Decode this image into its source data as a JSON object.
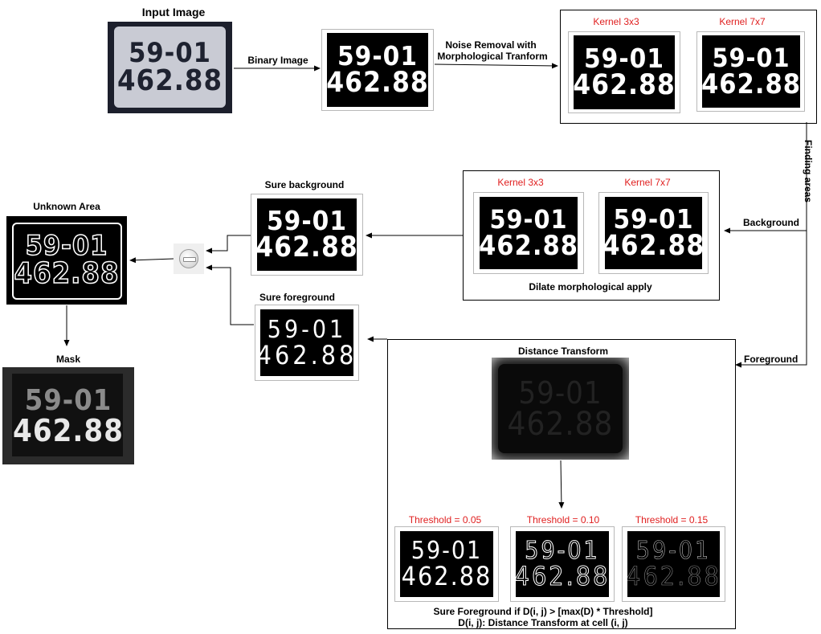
{
  "labels": {
    "input_image": "Input Image",
    "binary_image": "Binary Image",
    "noise_line1": "Noise Removal with",
    "noise_line2": "Morphological Tranform",
    "finding_areas": "Finding areas",
    "background": "Background",
    "foreground": "Foreground",
    "sure_background": "Sure background",
    "sure_foreground": "Sure foreground",
    "unknown_area": "Unknown Area",
    "mask": "Mask",
    "dilate": "Dilate morphological apply",
    "distance_transform": "Distance Transform",
    "formula_line1": "Sure Foreground if D(i, j) > [max(D) * Threshold]",
    "formula_line2": "D(i, j): Distance Transform at cell (i, j)"
  },
  "kernels": {
    "noise_k3": "Kernel 3x3",
    "noise_k7": "Kernel 7x7",
    "dilate_k3": "Kernel 3x3",
    "dilate_k7": "Kernel 7x7"
  },
  "thresholds": {
    "t1": "Threshold = 0.05",
    "t2": "Threshold = 0.10",
    "t3": "Threshold = 0.15"
  },
  "plate": {
    "line1": "59-01",
    "line2": "462.88"
  },
  "colors": {
    "annotation_red": "#e02020",
    "line": "#000000"
  }
}
